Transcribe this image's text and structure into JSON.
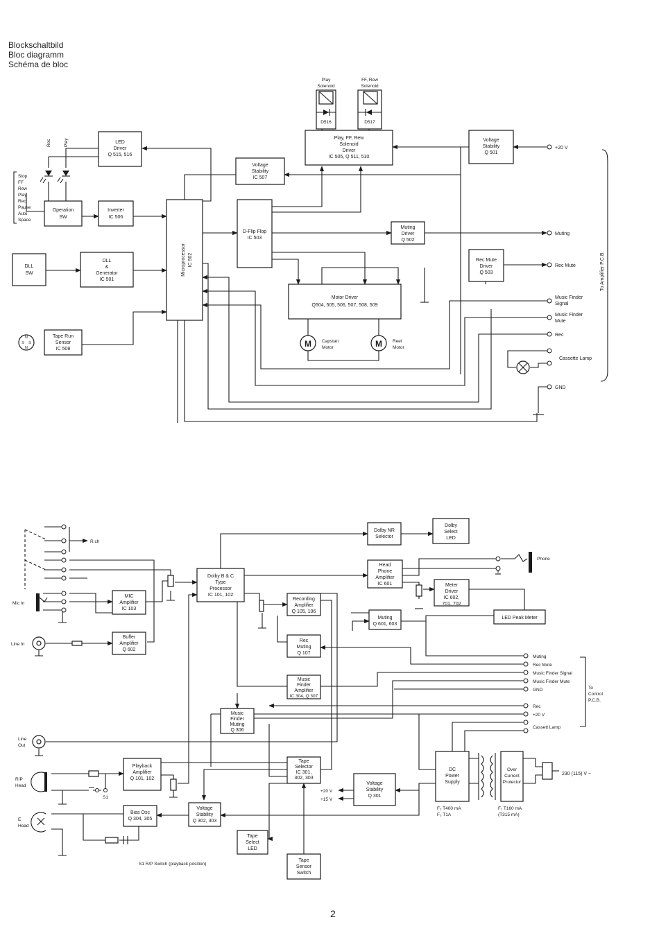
{
  "page": {
    "headings": [
      "Blockschaltbild",
      "Bloc diagramm",
      "Schéma de bloc"
    ],
    "page_number": "2"
  },
  "upper": {
    "blocks": {
      "led_driver": [
        "LED",
        "Driver",
        "Q 515, 516"
      ],
      "operation_sw": [
        "Operation",
        "SW"
      ],
      "inverter": [
        "Inverter",
        "IC 506"
      ],
      "dll_sw": [
        "DLL",
        "SW"
      ],
      "dll_gen": [
        "DLL",
        "&",
        "Generator",
        "IC 501"
      ],
      "tape_run": [
        "Tape Run",
        "Sensor",
        "IC 508"
      ],
      "micro": [
        "Microprocessor",
        "IC 502"
      ],
      "vstab_507": [
        "Voltage",
        "Stability",
        "IC 507"
      ],
      "solenoid_drv": [
        "Play, FF, Rew",
        "Solenoid",
        "Driver",
        "IC 505, Q 511, 510"
      ],
      "vstab_501": [
        "Voltage",
        "Stability",
        "Q 501"
      ],
      "dflip": [
        "D-Flip Flop",
        "IC 503"
      ],
      "muting_drv": [
        "Muting",
        "Driver",
        "Q 502"
      ],
      "recmute_drv": [
        "Rec Mute",
        "Driver",
        "Q 503"
      ],
      "motor_drv": [
        "Motor Driver",
        "Q504, 505, 506, 507, 508, 509"
      ]
    },
    "solenoids": {
      "play": [
        "Play",
        "Solenoid"
      ],
      "ff": [
        "FF, Rew",
        "Solenoid"
      ],
      "d516": "D516",
      "d517": "D517"
    },
    "leds": [
      "Rec",
      "Play"
    ],
    "modes": [
      "Stop",
      "FF",
      "Rew",
      "Play",
      "Rec",
      "Pause",
      "Auto",
      "Space"
    ],
    "motors": {
      "symbol": "M",
      "capstan": [
        "Capstan",
        "Motor"
      ],
      "reel": [
        "Reel",
        "Motor"
      ]
    },
    "sensor_glyph": [
      "N",
      "S",
      "S",
      "N"
    ],
    "terminals": {
      "v20": "+20 V",
      "muting": "Muting",
      "recmute": "Rec Mute",
      "mfs": [
        "Music Finder",
        "Signal"
      ],
      "mfm": [
        "Music Finder",
        "Mute"
      ],
      "rec": "Rec",
      "lamp": "Cassette Lamp",
      "gnd": "GND"
    },
    "to_amp": "To Amplifier P.C.B."
  },
  "lower": {
    "blocks": {
      "dolby_nr": [
        "Dolby NR",
        "Selector"
      ],
      "dolby_led": [
        "Dolby",
        "Select",
        "LED"
      ],
      "dolby_proc": [
        "Dolby B & C",
        "Type",
        "Processor",
        "IC 101, 102"
      ],
      "mic_amp": [
        "MIC",
        "Amplifier",
        "IC 103"
      ],
      "buffer": [
        "Buffer",
        "Amplifier",
        "Q 602"
      ],
      "hp_amp": [
        "Head",
        "Phone",
        "Amplifier",
        "IC 601"
      ],
      "meter_drv": [
        "Meter",
        "Driver",
        "IC 602,",
        "701, 702"
      ],
      "led_meter": [
        "LED Peak Meter"
      ],
      "rec_amp": [
        "Recording",
        "Amplifier",
        "Q 105, 106"
      ],
      "muting_q601": [
        "Muting",
        "Q 601, 603"
      ],
      "rec_muting": [
        "Rec",
        "Muting",
        "Q 107"
      ],
      "mf_amp": [
        "Music",
        "Finder",
        "Amplifier",
        "IC 304, Q 307"
      ],
      "mf_muting": [
        "Music",
        "Finder",
        "Muting",
        "Q 306"
      ],
      "pb_amp": [
        "Playback",
        "Amplifier",
        "Q 101, 102"
      ],
      "tape_sel": [
        "Tape",
        "Selector",
        "IC 301,",
        "302, 303"
      ],
      "vstab_301": [
        "Voltage",
        "Stability",
        "Q 301"
      ],
      "dc_ps": [
        "DC",
        "Power",
        "Supply"
      ],
      "ocp": [
        "Over",
        "Current",
        "Protector"
      ],
      "bias_osc": [
        "Bias Osc",
        "Q 304, 305"
      ],
      "vstab_302": [
        "Voltage",
        "Stability",
        "Q 302, 303"
      ],
      "tape_led": [
        "Tape",
        "Select",
        "LED"
      ],
      "tape_sensor": [
        "Tape",
        "Sensor",
        "Switch"
      ]
    },
    "labels": {
      "rch": "R.ch",
      "mic_in": "Mic In",
      "line_in": "Line In",
      "line_out": [
        "Line",
        "Out"
      ],
      "rp_head": [
        "R/P",
        "Head"
      ],
      "e_head": [
        "E",
        "Head"
      ],
      "s1": "S1",
      "s1_caption": "S1 R/P Switch (playback position)",
      "phone": "Phone",
      "v20": "+20 V",
      "v15": "+15 V",
      "fuse_a": [
        "F₂ T400 mA",
        "F₃ T1A"
      ],
      "fuse_b": [
        "F₁ T160 mA",
        "(T315 mA)"
      ],
      "mains": "230 (115) V ~"
    },
    "terminals": [
      "Muting",
      "Rec Mute",
      "Music Finder Signal",
      "Music Finder Mute",
      "GND",
      "Rec",
      "+20 V",
      "Cassett Lamp"
    ],
    "to_control": [
      "To",
      "Control",
      "P.C.B."
    ]
  }
}
